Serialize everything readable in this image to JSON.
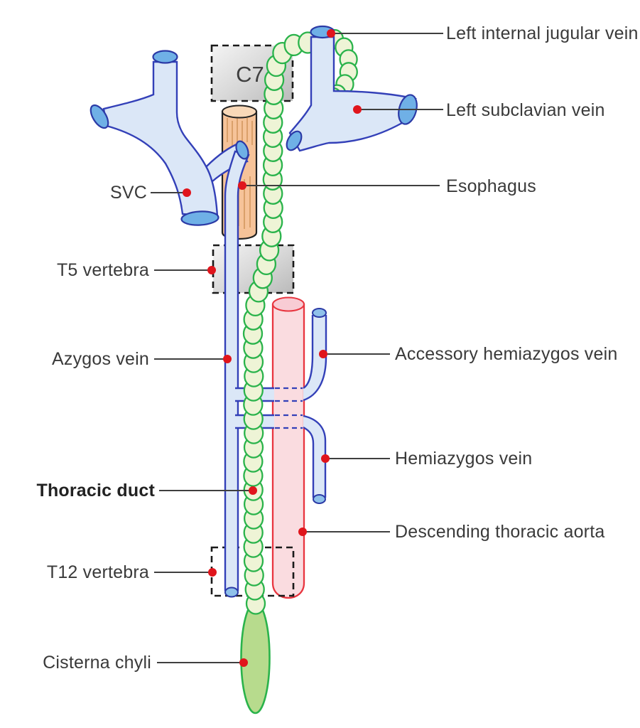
{
  "figure": {
    "type": "anatomical-diagram",
    "subject_label": "Thoracic duct"
  },
  "vertebra_boxes": {
    "c7": {
      "label": "C7"
    },
    "t5": {
      "label": ""
    },
    "t12": {
      "label": ""
    }
  },
  "labels": {
    "left": [
      {
        "id": "svc",
        "text": "SVC"
      },
      {
        "id": "t5-vertebra",
        "text": "T5 vertebra"
      },
      {
        "id": "azygos-vein",
        "text": "Azygos vein"
      },
      {
        "id": "thoracic-duct",
        "text": "Thoracic duct",
        "bold": true
      },
      {
        "id": "t12-vertebra",
        "text": "T12 vertebra"
      },
      {
        "id": "cisterna-chyli",
        "text": "Cisterna chyli"
      }
    ],
    "right": [
      {
        "id": "left-internal-jugular-vein",
        "text": "Left internal jugular vein"
      },
      {
        "id": "left-subclavian-vein",
        "text": "Left subclavian vein"
      },
      {
        "id": "esophagus",
        "text": "Esophagus"
      },
      {
        "id": "accessory-hemiazygos-vein",
        "text": "Accessory hemiazygos vein"
      },
      {
        "id": "hemiazygos-vein",
        "text": "Hemiazygos vein"
      },
      {
        "id": "descending-thoracic-aorta",
        "text": "Descending thoracic aorta"
      }
    ]
  },
  "colors": {
    "vein_fill": "#dbe7f7",
    "vein_outline": "#3340b8",
    "vein_cut_face": "#6fb0e6",
    "duct_fill": "#eef4d6",
    "duct_outline": "#2ab34b",
    "cisterna_fill": "#b7db8d",
    "esophagus_fill": "#f6c399",
    "aorta_fill": "#fadce0",
    "aorta_outline": "#e8353f",
    "vertebra_box_fill_light": "#f2f2f2",
    "vertebra_box_fill_dark": "#bdbdbd",
    "marker_dot": "#e0151c",
    "leader_line": "#3f3f3f",
    "label_text": "#3a3a3a"
  }
}
